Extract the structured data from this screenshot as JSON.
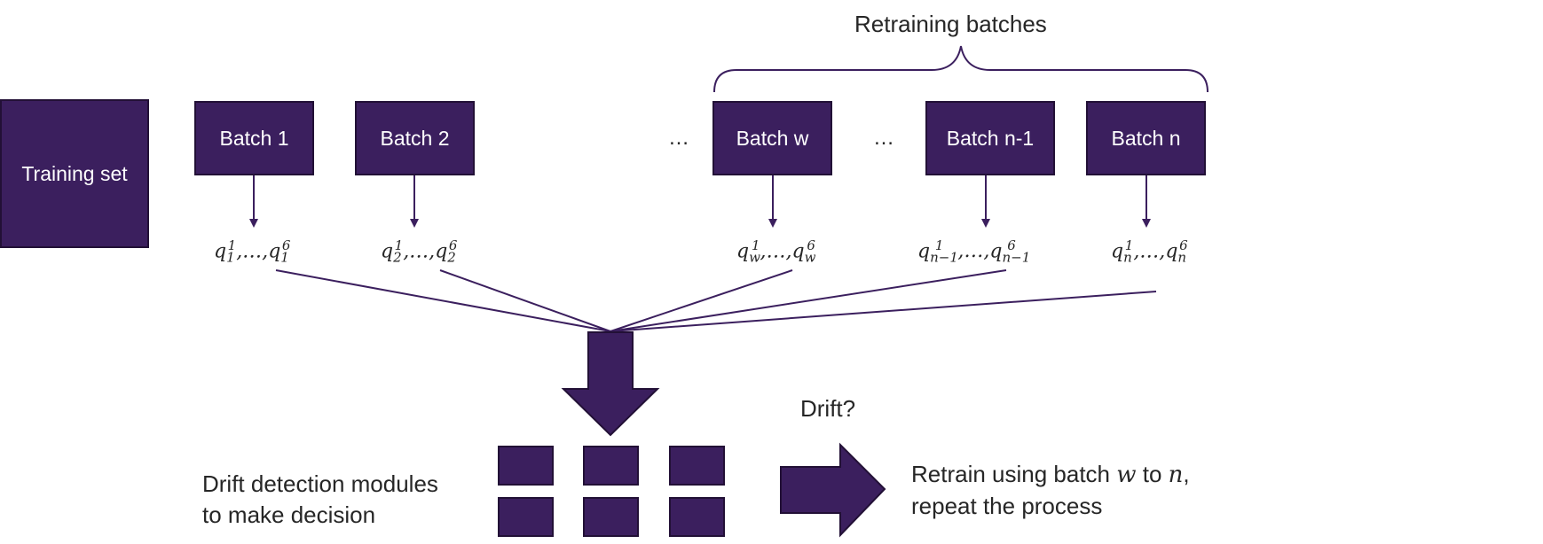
{
  "header": {
    "retraining_label": "Retraining batches"
  },
  "training_set": {
    "label": "Training set"
  },
  "batches": [
    {
      "label": "Batch 1",
      "q": "q",
      "sub": "1",
      "sup_first": "1",
      "sup_last": "6",
      "dots": ",…,"
    },
    {
      "label": "Batch 2",
      "q": "q",
      "sub": "2",
      "sup_first": "1",
      "sup_last": "6",
      "dots": ",…,"
    },
    {
      "label": "Batch w",
      "q": "q",
      "sub": "w",
      "sup_first": "1",
      "sup_last": "6",
      "dots": ",…,"
    },
    {
      "label": "Batch n-1",
      "q": "q",
      "sub": "n−1",
      "sup_first": "1",
      "sup_last": "6",
      "dots": ",…,"
    },
    {
      "label": "Batch n",
      "q": "q",
      "sub": "n",
      "sup_first": "1",
      "sup_last": "6",
      "dots": ",…,"
    }
  ],
  "ellipses": [
    "…",
    "…"
  ],
  "decision": {
    "line1": "Drift detection modules",
    "line2": "to make decision"
  },
  "drift_question": "Drift?",
  "retrain": {
    "prefix": "Retrain using batch ",
    "w": "w",
    "middle": " to ",
    "n": "n",
    "suffix": ",",
    "line2": "repeat the process"
  },
  "colors": {
    "box_fill": "#3b1f5e",
    "box_border": "#221036",
    "line": "#3b1f5e",
    "text": "#262626"
  }
}
